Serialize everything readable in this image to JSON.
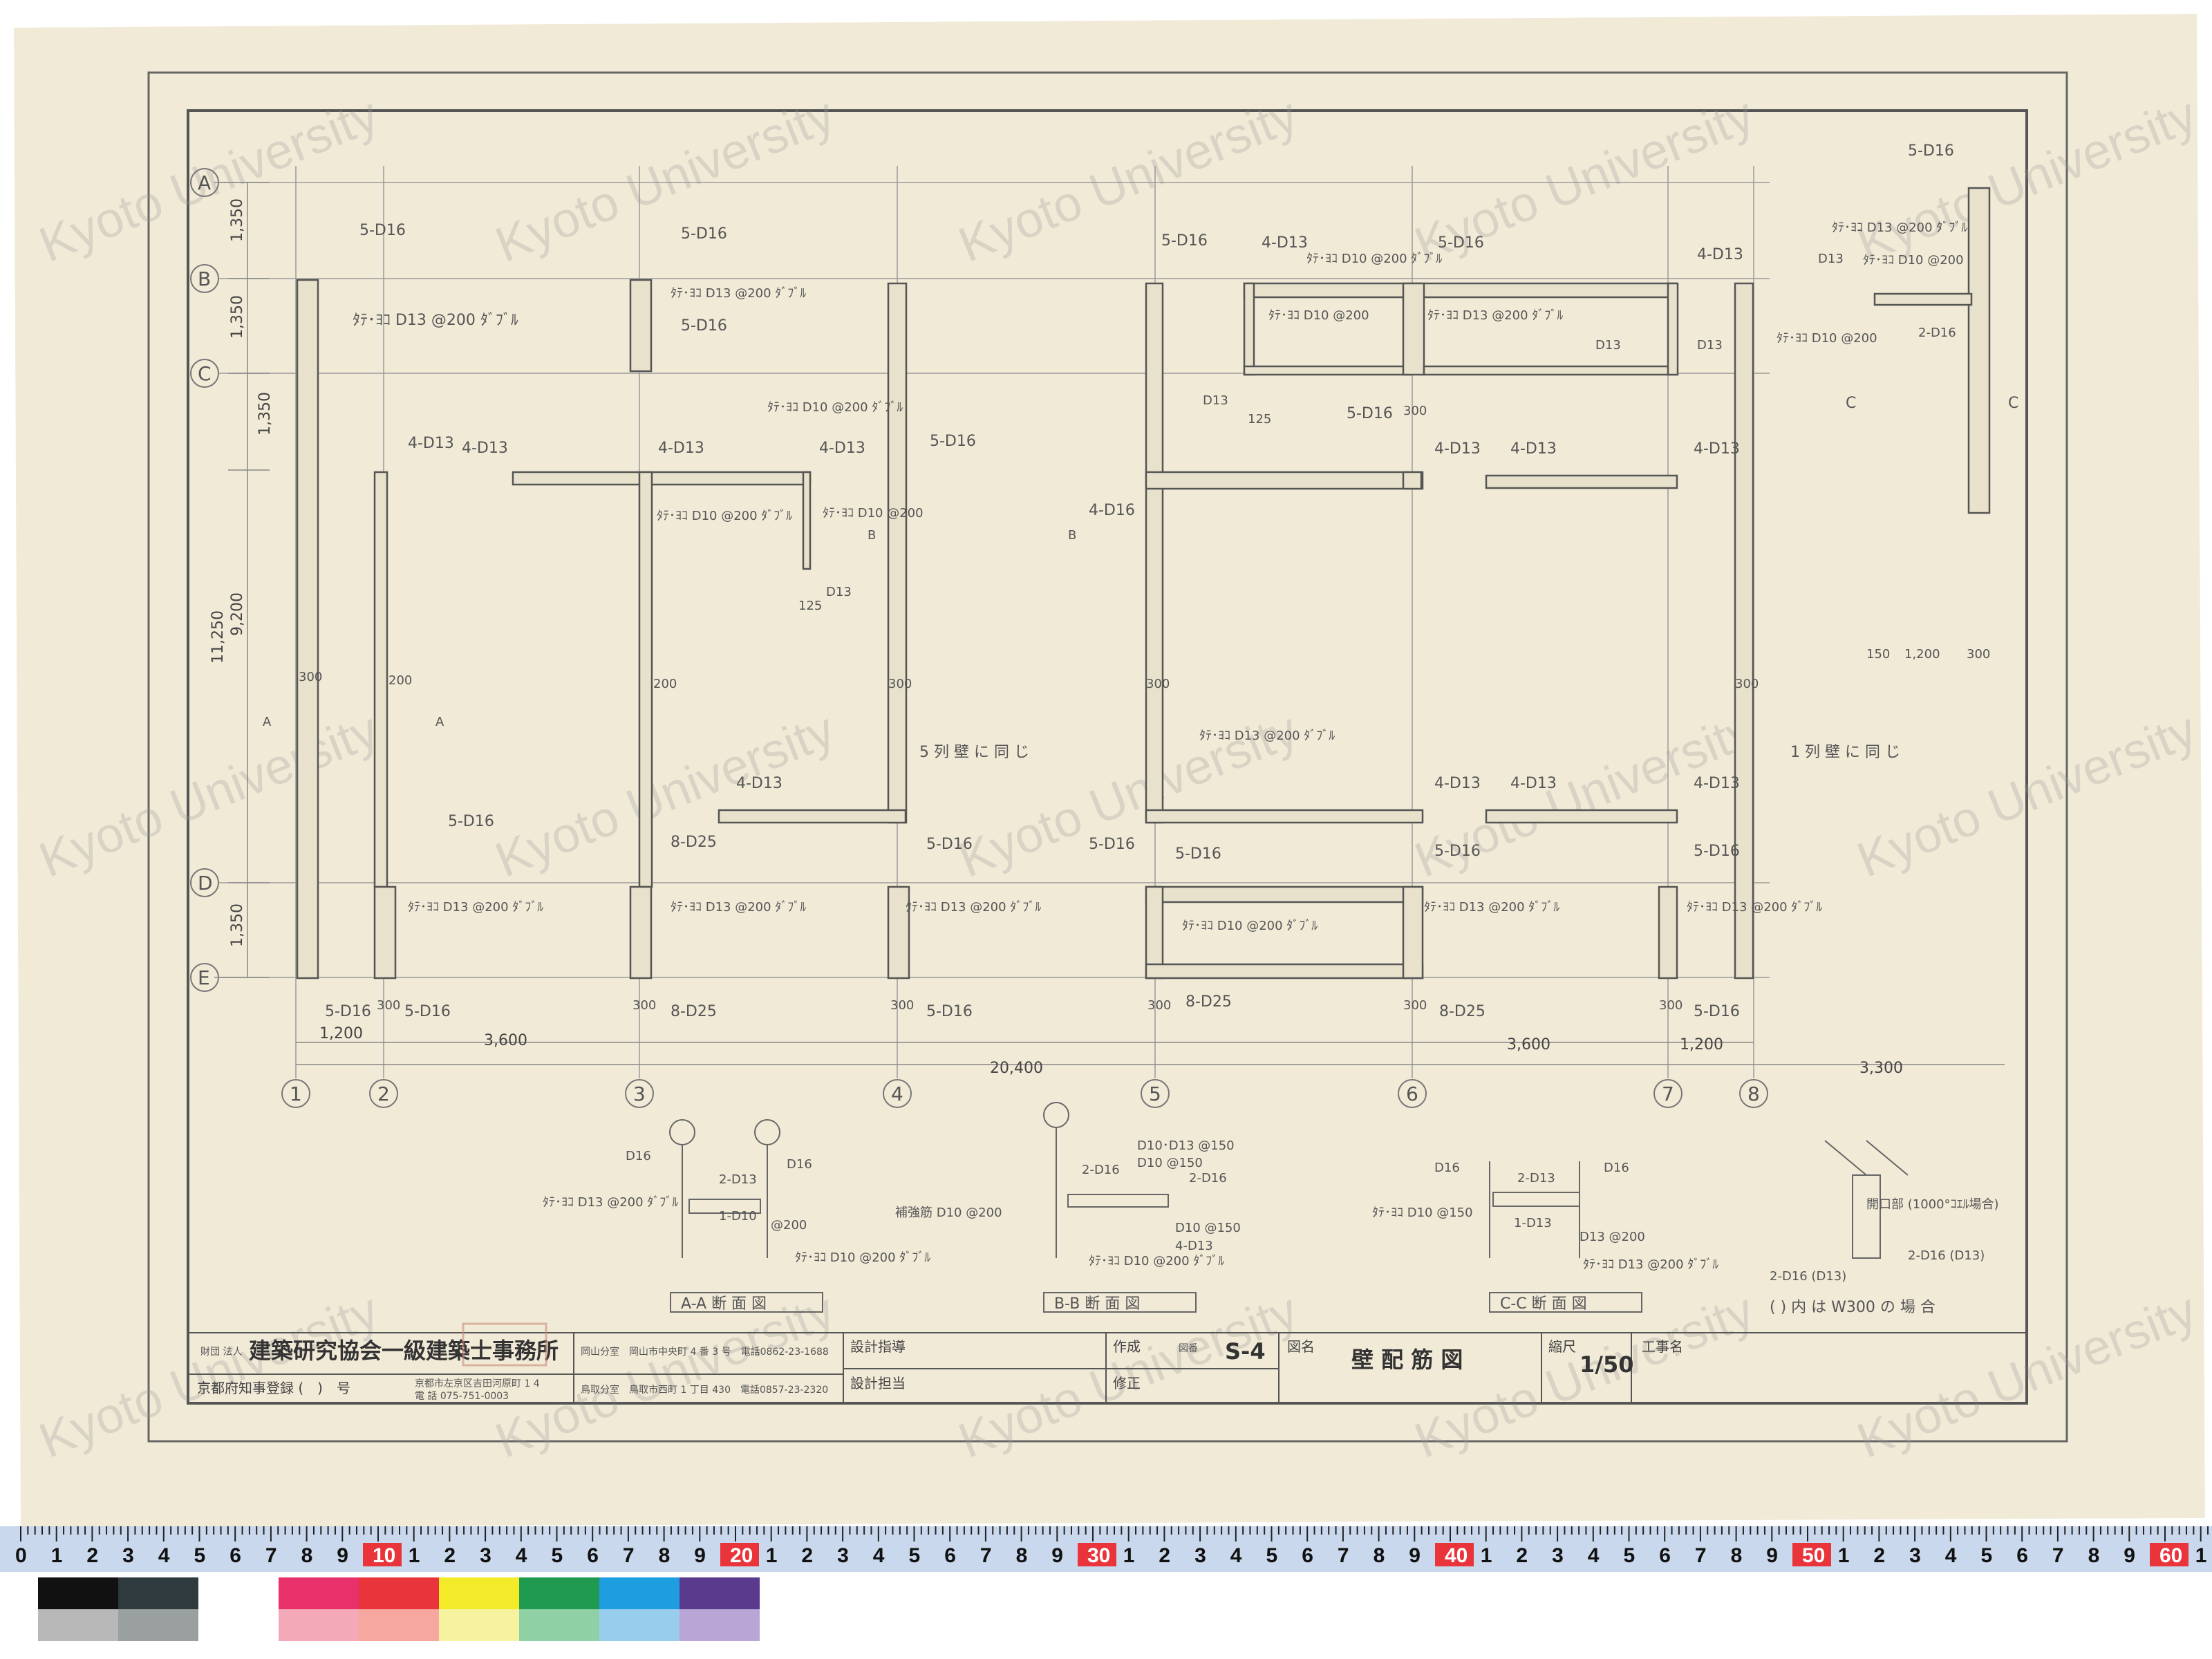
{
  "grid": {
    "rows": [
      "A",
      "B",
      "C",
      "D",
      "E"
    ],
    "cols": [
      "1",
      "2",
      "3",
      "4",
      "5",
      "6",
      "7",
      "8"
    ]
  },
  "dimensions": {
    "left": [
      "1,350",
      "1,350",
      "1,350",
      "9,200",
      "1,350"
    ],
    "left_total": "11,250",
    "bottom": [
      "1,200",
      "3,600",
      "3,600",
      "1,200"
    ],
    "bottom_total": "20,400",
    "right_extra": "3,300",
    "detail": [
      "150",
      "1,200",
      "300"
    ]
  },
  "labels": {
    "d16": "5-D16",
    "d13": "4-D13",
    "d25": "8-D25",
    "dbl_d13": "ﾀﾃ･ﾖｺ D13 @200 ﾀﾞﾌﾞﾙ",
    "dbl_d10": "ﾀﾃ･ﾖｺ D10 @200 ﾀﾞﾌﾞﾙ",
    "sgl_d10": "ﾀﾃ･ﾖｺ D10 @200",
    "same5": "5 列 壁 に 同 じ",
    "same1": "1 列 壁 に 同 じ",
    "w300": "300",
    "w200": "200",
    "w125": "125",
    "d13s": "D13",
    "d16s": "D16",
    "i_d16": "4-D16",
    "two_d16": "2-D16",
    "sec_a": "A",
    "sec_b": "B",
    "sec_c": "C"
  },
  "sections": {
    "aa": "A-A 断 面 図",
    "bb": "B-B 断 面 図",
    "cc": "C-C 断 面 図",
    "note": "( ) 内 は W300 の 場 合",
    "rebar_note": "補強筋 D10 @200",
    "d10d13": "D10･D13 @150",
    "d10_150": "D10 @150",
    "hoop": "ﾀﾃ･ﾖｺ D10 @150",
    "opening": "開口部 (1000°ｺｴﾙ場合)",
    "d16d13": "2-D16 (D13)",
    "d13_2": "2-D13",
    "d10_1": "1-D10",
    "d13_200": "D13 @200",
    "d10_200": "@200",
    "d13_1": "1-D13",
    "four_d13": "4-D13"
  },
  "title_block": {
    "org_prefix": "財団 法人",
    "org": "建築研究協会一級建築士事務所",
    "reg": "京都府知事登録 (　)　号",
    "addr": "京都市左京区吉田河原町 1 4",
    "tel": "電 話 075-751-0003",
    "okayama": "岡山分室　岡山市中央町 4 番 3 号　電話0862-23-1688",
    "tottori": "鳥取分室　鳥取市西町 1 丁目 430　電話0857-23-2320",
    "design_guide": "設計指導",
    "design_charge": "設計担当",
    "made": "作成",
    "revised": "修正",
    "drawing_no_label": "図番",
    "drawing_no": "S-4",
    "drawing_name_label": "図名",
    "drawing_name": "壁 配 筋 図",
    "scale_label": "縮尺",
    "scale": "1/50",
    "project_label": "工事名"
  },
  "watermark": "Kyoto University",
  "ruler": {
    "numbers": [
      "0",
      "1",
      "2",
      "3",
      "4",
      "5",
      "6",
      "7",
      "8",
      "9",
      "10",
      "1",
      "2",
      "3",
      "4",
      "5",
      "6",
      "7",
      "8",
      "9",
      "20",
      "1",
      "2",
      "3",
      "4",
      "5",
      "6",
      "7",
      "8",
      "9",
      "30",
      "1",
      "2",
      "3",
      "4",
      "5",
      "6",
      "7",
      "8",
      "9",
      "40",
      "1",
      "2",
      "3",
      "4",
      "5",
      "6",
      "7",
      "8",
      "9",
      "50",
      "1",
      "2",
      "3",
      "4",
      "5",
      "6",
      "7",
      "8",
      "9",
      "60",
      "1"
    ],
    "unit": "1cm"
  },
  "swatches": {
    "top": [
      "#111111",
      "#2e3a3e",
      "#ffffff",
      "#e8316a",
      "#e8343a",
      "#f3ea2a",
      "#1f9a50",
      "#1e9ee0",
      "#5a3a8c"
    ],
    "bottom": [
      "#b8b8b8",
      "#9aa0a0",
      "#ffffff",
      "#f4a9b8",
      "#f6a7a0",
      "#f6f2a0",
      "#8fd0a5",
      "#98cdee",
      "#b9a6d6"
    ]
  },
  "colors": {
    "paper": "#f1ead7",
    "line": "#7a7a7a",
    "ruler": "#c9d8ec"
  }
}
